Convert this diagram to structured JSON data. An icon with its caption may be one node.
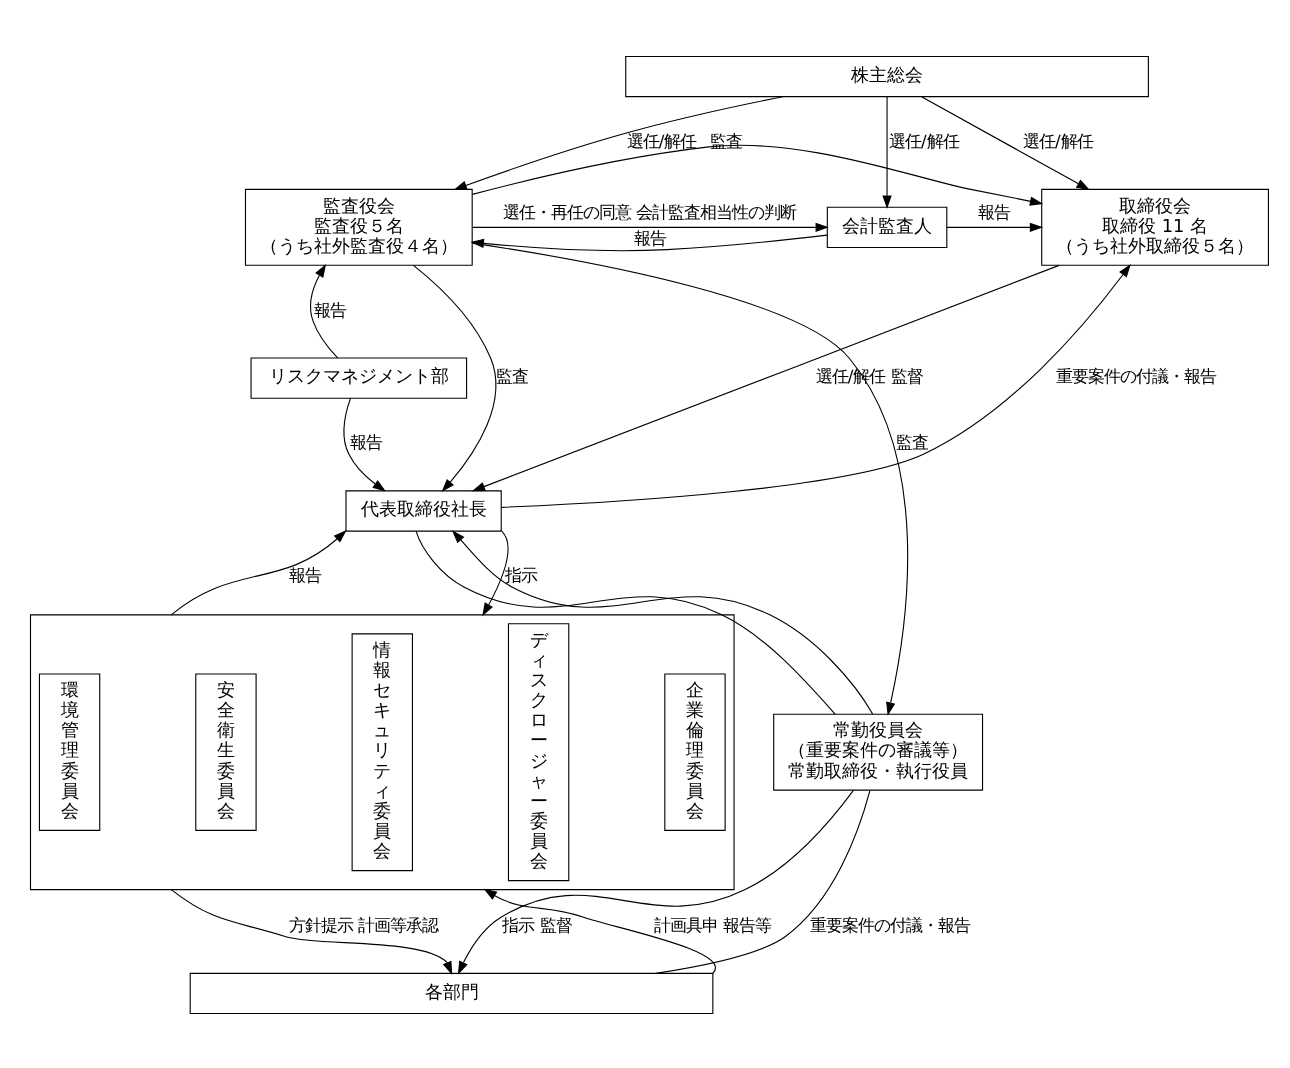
{
  "diagram": {
    "nodes": [
      {
        "text": [
          "株主総会"
        ]
      },
      {
        "text": [
          "取締役会",
          "取締役 11 名",
          "（うち社外取締役５名）"
        ]
      },
      {
        "text": [
          "監査役会",
          "監査役５名",
          "（うち社外監査役４名）"
        ]
      },
      {
        "text": [
          "会計監査人"
        ]
      },
      {
        "text": [
          "リスクマネジメント部"
        ]
      },
      {
        "text": [
          "代表取締役社長"
        ]
      },
      {
        "text": [],
        "shape": "box"
      },
      {
        "text": [
          "環境管理委員会"
        ],
        "in": 6
      },
      {
        "text": [
          "安全衛生委員会"
        ],
        "in": 6
      },
      {
        "text": [
          "情報セキュリティ委員会"
        ],
        "in": 6
      },
      {
        "text": [
          "ディスクロージャー委員会"
        ],
        "in": 6
      },
      {
        "text": [
          "企業倫理委員会"
        ],
        "in": 6
      },
      {
        "text": [
          "常勤役員会",
          "（重要案件の審議等）",
          "常勤取締役・執行役員"
        ]
      },
      {
        "text": [
          "各部門"
        ]
      }
    ],
    "edges": [
      {
        "from": 0,
        "to": 1,
        "arrow": "to",
        "label": "選任/解任"
      },
      {
        "from": 0,
        "to": 2,
        "arrow": "to",
        "label": "選任/解任"
      },
      {
        "from": 0,
        "to": 3,
        "arrow": "to",
        "label": "選任/解任"
      },
      {
        "from": 3,
        "to": 1,
        "arrow": "to",
        "label": "報告"
      },
      {
        "from": 3,
        "to": 2,
        "arrow": "to",
        "label": "報告"
      },
      {
        "from": 2,
        "to": 3,
        "arrow": "to",
        "label": "選任・再任の同意 会計監査相当性の判断"
      },
      {
        "from": 2,
        "to": 1,
        "arrow": "to",
        "label": "監査"
      },
      {
        "from": 1,
        "to": 5,
        "arrow": "to",
        "label": "選任/解任 監督"
      },
      {
        "from": 5,
        "to": 1,
        "arrow": "to",
        "label": "重要案件の付議・報告"
      },
      {
        "from": 2,
        "to": 5,
        "arrow": "to",
        "label": "監査"
      },
      {
        "from": 2,
        "to": 12,
        "arrow": "to",
        "label": "監査"
      },
      {
        "from": 4,
        "to": 2,
        "arrow": "to",
        "label": "報告"
      },
      {
        "from": 4,
        "to": 5,
        "arrow": "to",
        "label": "報告"
      },
      {
        "from": 6,
        "to": 5,
        "arrow": "to",
        "label": "報告"
      },
      {
        "from": 5,
        "to": 6,
        "arrow": "to",
        "label": "指示"
      },
      {
        "from": 12,
        "to": 5,
        "arrow": "to"
      },
      {
        "from": 5,
        "to": 12,
        "arrow": "none"
      },
      {
        "from": 13,
        "to": 12,
        "arrow": "none",
        "label": "重要案件の付議・報告"
      },
      {
        "from": 12,
        "to": 13,
        "arrow": "to",
        "label": "指示 監督"
      },
      {
        "from": 13,
        "to": 6,
        "arrow": "to",
        "label": "計画具申 報告等"
      },
      {
        "from": 6,
        "to": 13,
        "arrow": "to",
        "label": "方針提示 計画等承認"
      }
    ]
  }
}
